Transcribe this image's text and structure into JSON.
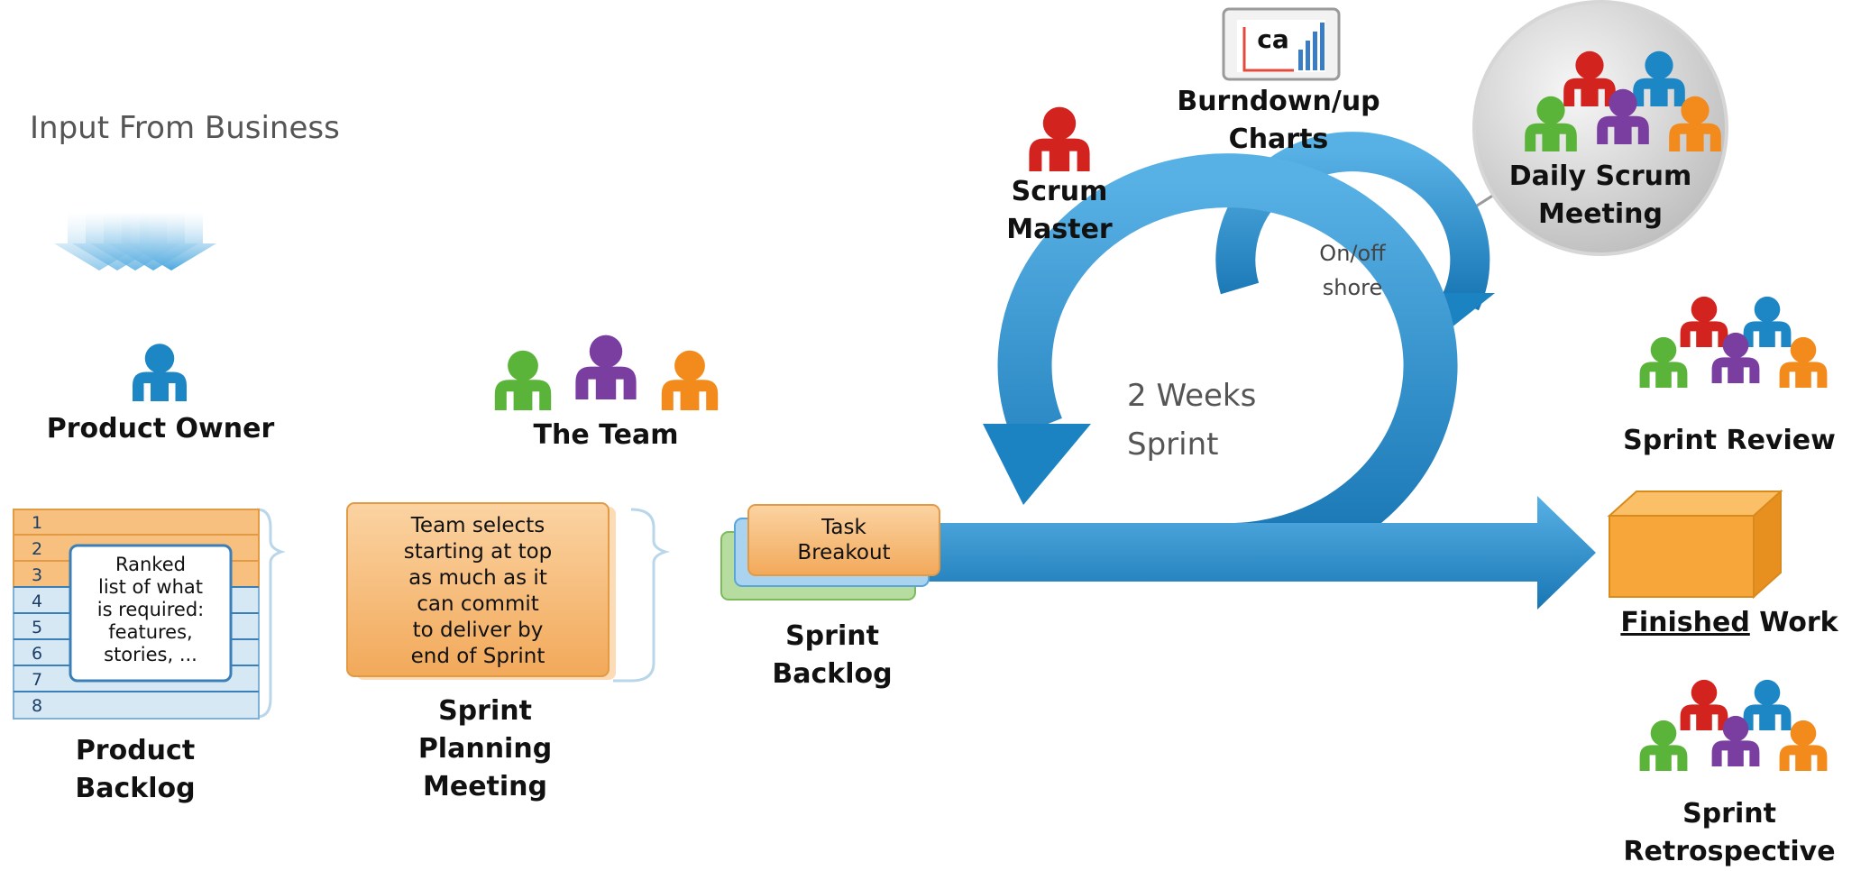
{
  "input_label": "Input From Business",
  "product_owner": "Product Owner",
  "the_team": "The Team",
  "scrum_master": [
    "Scrum",
    "Master"
  ],
  "burndown": [
    "Burndown/up",
    "Charts"
  ],
  "chart_logo": "ca",
  "daily_scrum": [
    "Daily Scrum",
    "Meeting"
  ],
  "onoff": [
    "On/off",
    "shore"
  ],
  "sprint_loop": [
    "2 Weeks",
    "Sprint"
  ],
  "backlog_rows": [
    "1",
    "2",
    "3",
    "4",
    "5",
    "6",
    "7",
    "8"
  ],
  "backlog_note": [
    "Ranked",
    "list of what",
    "is required:",
    "features,",
    "stories, ..."
  ],
  "product_backlog": [
    "Product",
    "Backlog"
  ],
  "planning_note": [
    "Team selects",
    "starting at top",
    "as much as it",
    "can commit",
    "to deliver by",
    "end of Sprint"
  ],
  "sprint_planning": [
    "Sprint",
    "Planning",
    "Meeting"
  ],
  "task_breakout": [
    "Task",
    "Breakout"
  ],
  "sprint_backlog": [
    "Sprint",
    "Backlog"
  ],
  "sprint_review": "Sprint Review",
  "finished_a": "Finished",
  "finished_b": " Work",
  "sprint_retro": [
    "Sprint",
    "Retrospective"
  ],
  "colors": {
    "arrow": "#1c83c3",
    "arrow_light": "#5cb3e6",
    "red": "#d2231f",
    "blue": "#1d87c5",
    "green": "#5bb43a",
    "purple": "#7a3ea0",
    "orange": "#f28a1c",
    "note": "#f7bf7a",
    "list_blue": "#d7e8f5"
  }
}
